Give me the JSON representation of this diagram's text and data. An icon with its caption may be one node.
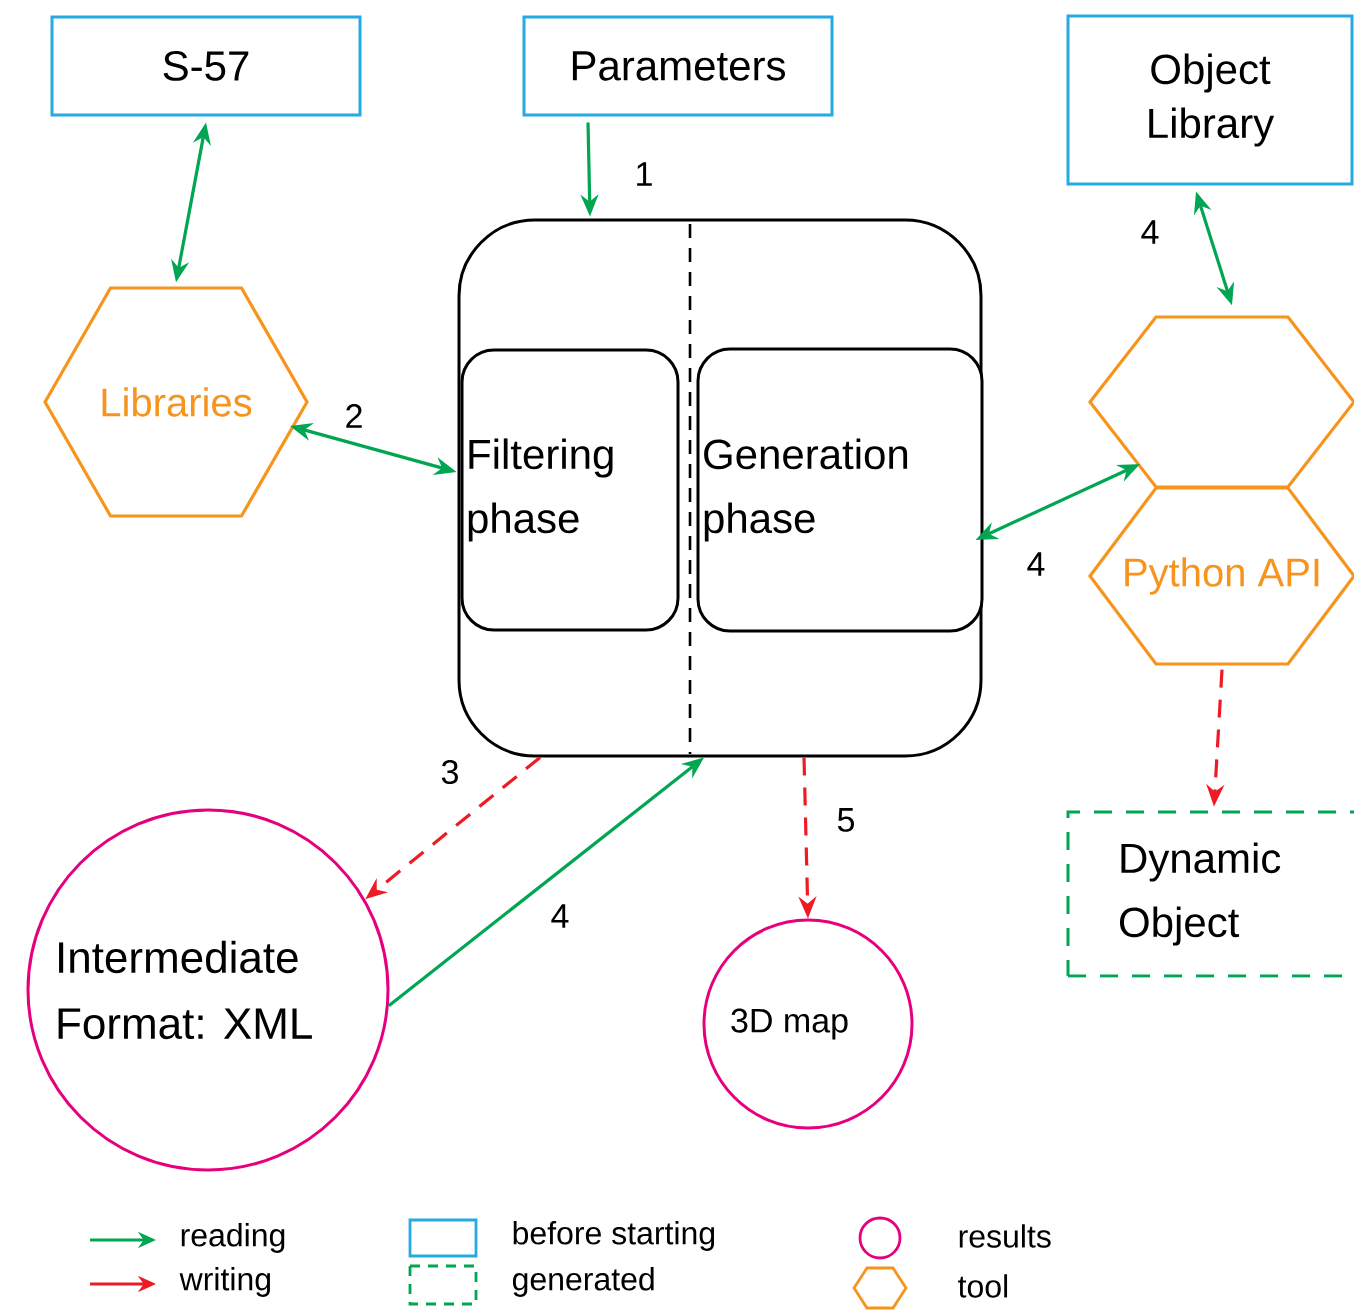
{
  "diagram": {
    "nodes": [
      {
        "text": [
          "S-57"
        ]
      },
      {
        "text": [
          "Parameters"
        ]
      },
      {
        "text": [
          "Object Library"
        ]
      },
      {
        "text": [
          "Libraries"
        ]
      },
      {
        "text": [],
        "shape": "box"
      },
      {
        "text": [
          "Filtering phase"
        ],
        "in": 4
      },
      {
        "text": [
          "Generation phase"
        ],
        "in": 4
      },
      {
        "text": [],
        "shape": "hexagon"
      },
      {
        "text": [
          "Python API"
        ]
      },
      {
        "text": [
          "Intermediate Format: XML"
        ]
      },
      {
        "text": [
          "3D map"
        ]
      },
      {
        "text": [
          "Dynamic Object"
        ]
      }
    ],
    "edges": [
      {
        "from": 0,
        "to": 3,
        "arrow": "both"
      },
      {
        "from": 1,
        "to": 4,
        "arrow": "to",
        "label": "1"
      },
      {
        "from": 3,
        "to": 5,
        "arrow": "both",
        "label": "2"
      },
      {
        "from": 2,
        "to": 7,
        "arrow": "both",
        "label": "4"
      },
      {
        "from": 6,
        "to": 7,
        "arrow": "both",
        "label": "4"
      },
      {
        "from": 4,
        "to": 9,
        "arrow": "to",
        "label": "3",
        "style": "dashed",
        "color": "#ed1c24"
      },
      {
        "from": 9,
        "to": 4,
        "arrow": "to",
        "label": "4"
      },
      {
        "from": 4,
        "to": 10,
        "arrow": "to",
        "label": "5",
        "style": "dashed",
        "color": "#ed1c24"
      },
      {
        "from": 8,
        "to": 11,
        "arrow": "to",
        "style": "dashed",
        "color": "#ed1c24"
      }
    ],
    "legend": [
      {
        "text": "reading"
      },
      {
        "text": "writing"
      },
      {
        "text": "before starting"
      },
      {
        "text": "generated"
      },
      {
        "text": "results"
      },
      {
        "text": "tool"
      }
    ]
  }
}
